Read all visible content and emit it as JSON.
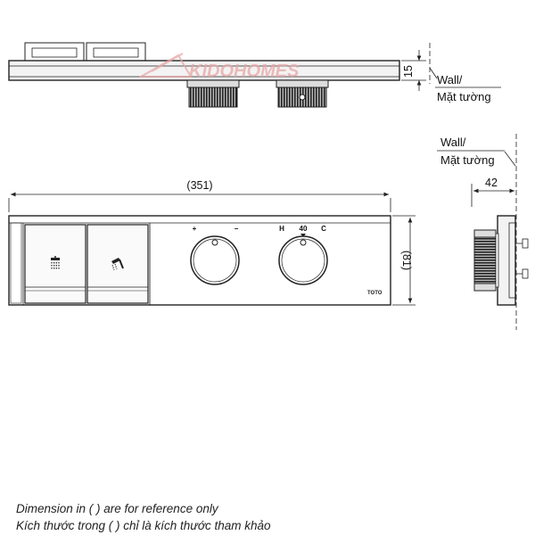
{
  "watermark": "KIDOHOMES",
  "top_view": {
    "dimension": "15",
    "wall_label_line1": "Wall/",
    "wall_label_line2": "Mặt tường"
  },
  "side_view": {
    "wall_label_line1": "Wall/",
    "wall_label_line2": "Mặt tường",
    "dimension": "42"
  },
  "front_view": {
    "width_dimension": "(351)",
    "height_dimension": "(81)",
    "plus_label": "+",
    "minus_label": "−",
    "hot_label": "H",
    "temp_label": "40",
    "cold_label": "C",
    "brand": "TOTO"
  },
  "notes": {
    "line1": "Dimension in ( ) are for reference only",
    "line2": "Kích thước trong ( ) chỉ là kích thước tham khảo"
  },
  "colors": {
    "watermark": "#e8a6a6",
    "line": "#222222"
  }
}
